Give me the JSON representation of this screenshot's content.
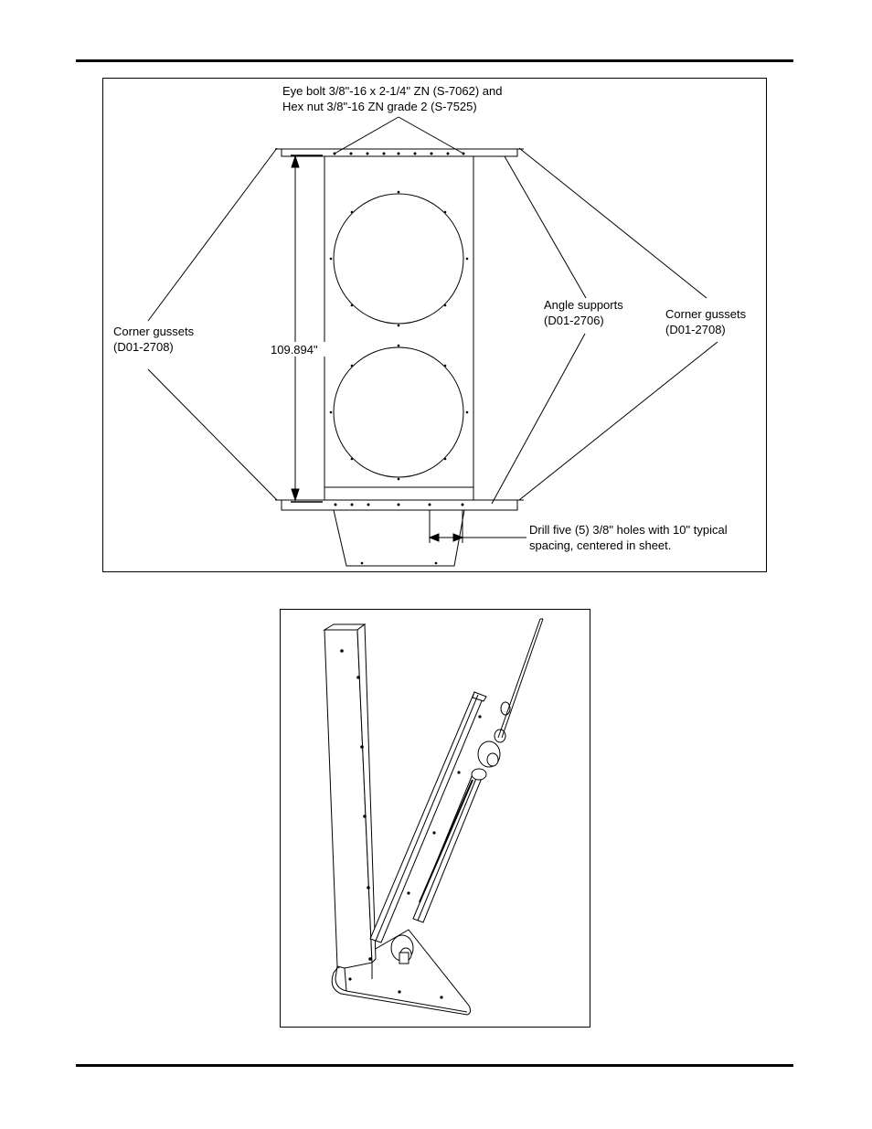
{
  "figure1": {
    "eye_bolt_line1": "Eye bolt 3/8\"-16 x 2-1/4\" ZN (S-7062) and",
    "eye_bolt_line2": "Hex nut 3/8\"-16 ZN grade 2 (S-7525)",
    "corner_gussets_left_line1": "Corner gussets",
    "corner_gussets_left_line2": "(D01-2708)",
    "dimension": "109.894\"",
    "angle_supports_line1": "Angle supports",
    "angle_supports_line2": "(D01-2706)",
    "corner_gussets_right_line1": "Corner gussets",
    "corner_gussets_right_line2": "(D01-2708)",
    "drill_note_line1": "Drill five (5) 3/8\" holes with 10\" typical",
    "drill_note_line2": "spacing, centered in sheet."
  }
}
